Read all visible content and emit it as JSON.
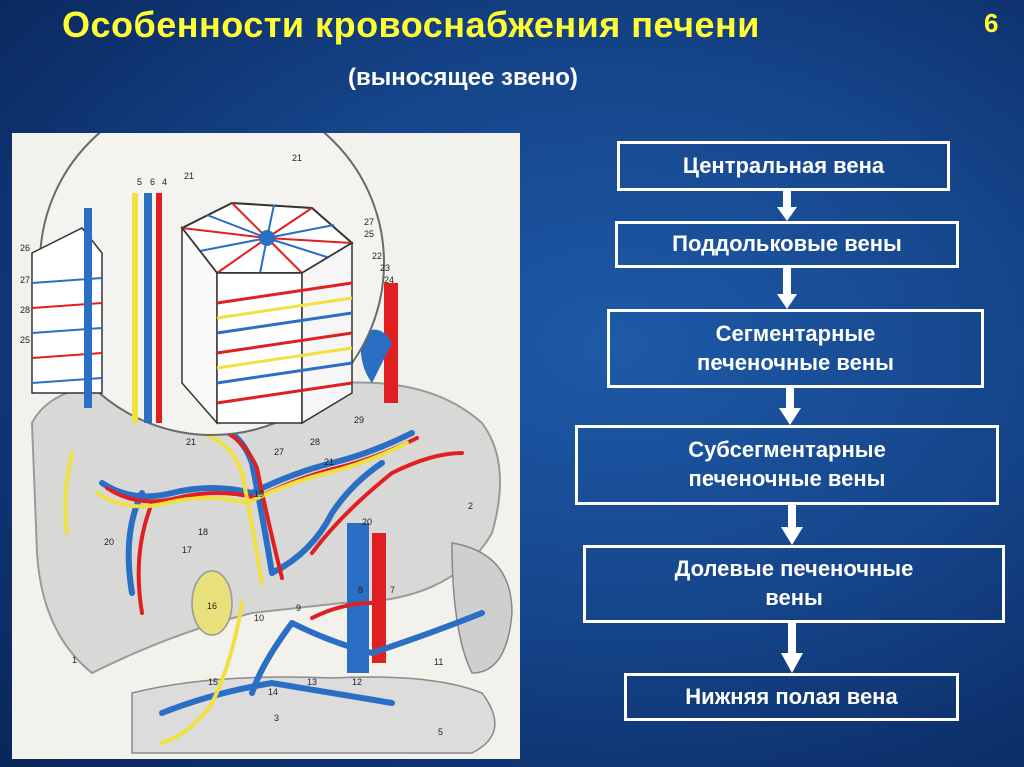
{
  "slide": {
    "title": "Особенности кровоснабжения печени",
    "page_number": "6",
    "subtitle": "(выносящее звено)"
  },
  "flow": {
    "steps": [
      "Центральная вена",
      "Поддольковые вены",
      "Сегментарные печеночные вены",
      "Субсегментарные печеночные вены",
      "Долевые печеночные вены",
      "Нижняя полая вена"
    ]
  },
  "figure": {
    "labels": [
      "21",
      "26",
      "27",
      "28",
      "25",
      "5",
      "6",
      "4",
      "27",
      "25",
      "22",
      "23",
      "24",
      "29",
      "27",
      "28",
      "21",
      "21",
      "20",
      "19",
      "20",
      "18",
      "17",
      "16",
      "10",
      "9",
      "8",
      "7",
      "11",
      "12",
      "13",
      "14",
      "15",
      "3",
      "2",
      "1",
      "5",
      "21"
    ]
  },
  "colors": {
    "title": "#ffff33",
    "background": "#16468c",
    "vein": "#2a6fc4",
    "artery": "#e02020",
    "bile_duct": "#f0e040"
  }
}
